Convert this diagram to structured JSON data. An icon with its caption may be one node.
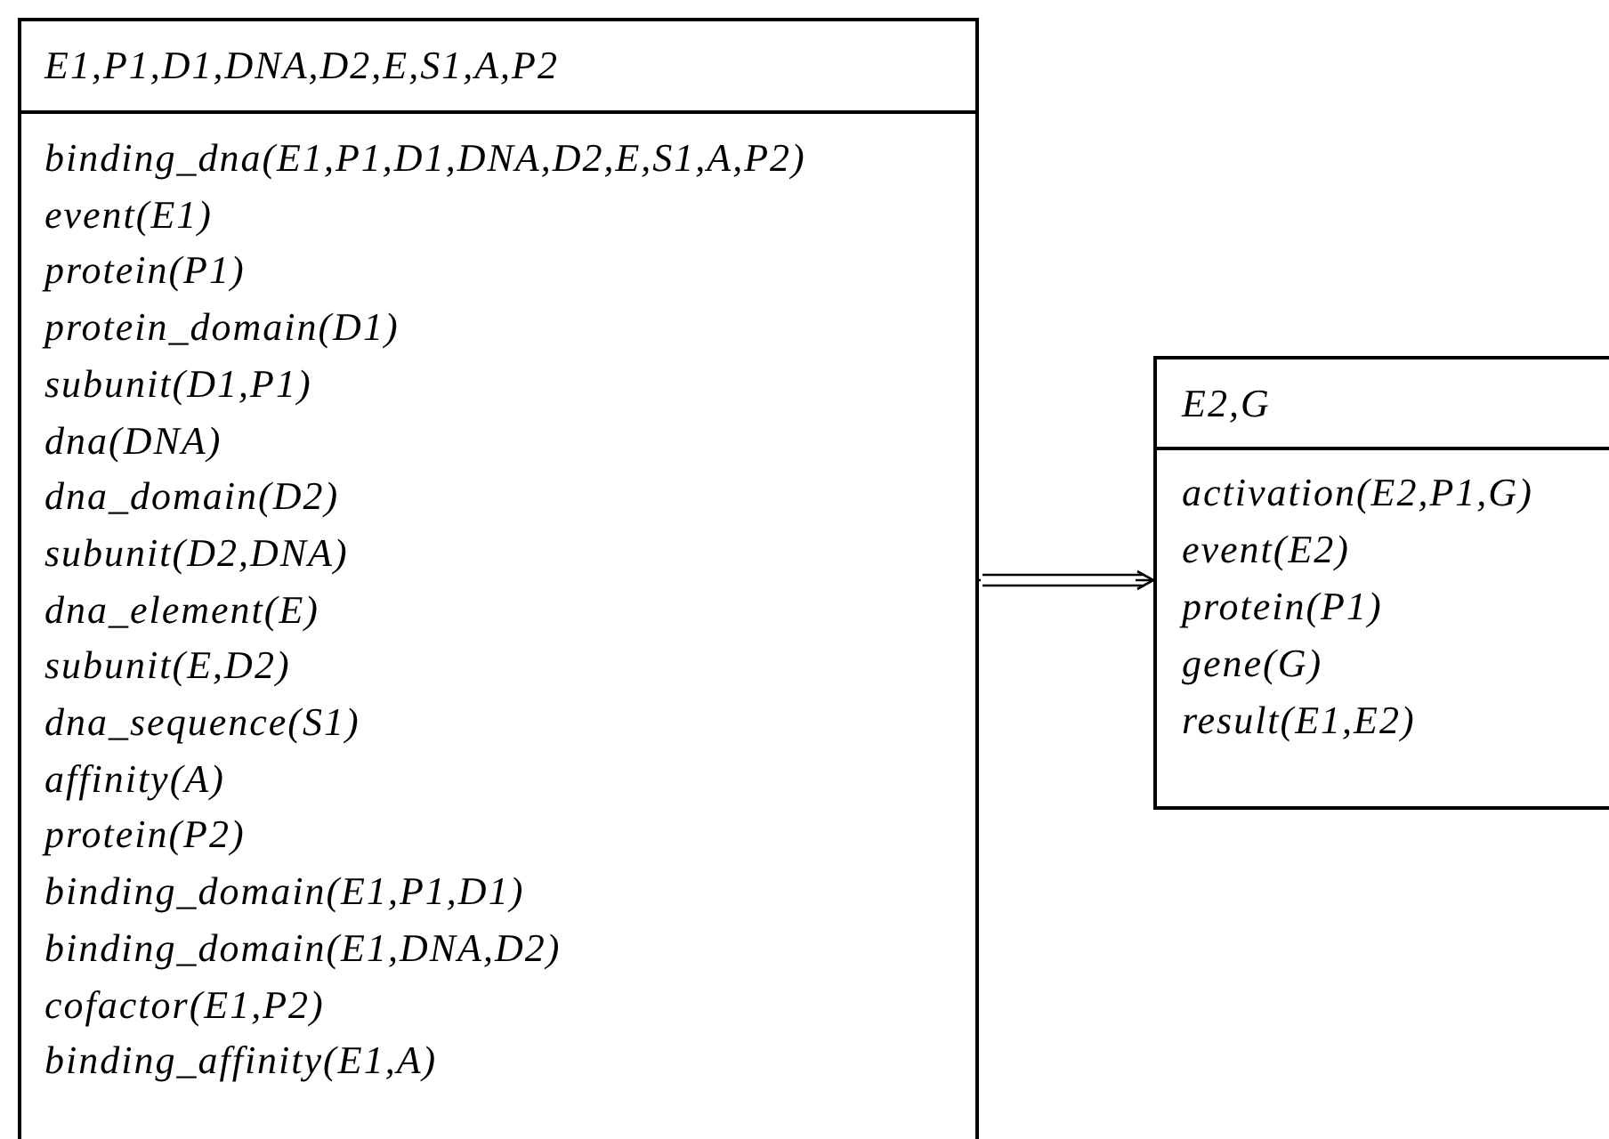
{
  "diagram": {
    "nodes": [
      {
        "text": [
          "E1,P1,D1,DNA,D2,E,S1,A,P2",
          "binding_dna(E1,P1,D1,DNA,D2,E,S1,A,P2)",
          "event(E1)",
          "protein(P1)",
          "protein_domain(D1)",
          "subunit(D1,P1)",
          "dna(DNA)",
          "dna_domain(D2)",
          "subunit(D2,DNA)",
          "dna_element(E)",
          "subunit(E,D2)",
          "dna_sequence(S1)",
          "affinity(A)",
          "protein(P2)",
          "binding_domain(E1,P1,D1)",
          "binding_domain(E1,DNA,D2)",
          "cofactor(E1,P2)",
          "binding_affinity(E1,A)"
        ]
      },
      {
        "text": [
          "E2,G",
          "activation(E2,P1,G)",
          "event(E2)",
          "protein(P1)",
          "gene(G)",
          "result(E1,E2)"
        ]
      }
    ],
    "edges": [
      {
        "from": 0,
        "to": 1,
        "arrow": "to"
      }
    ]
  }
}
